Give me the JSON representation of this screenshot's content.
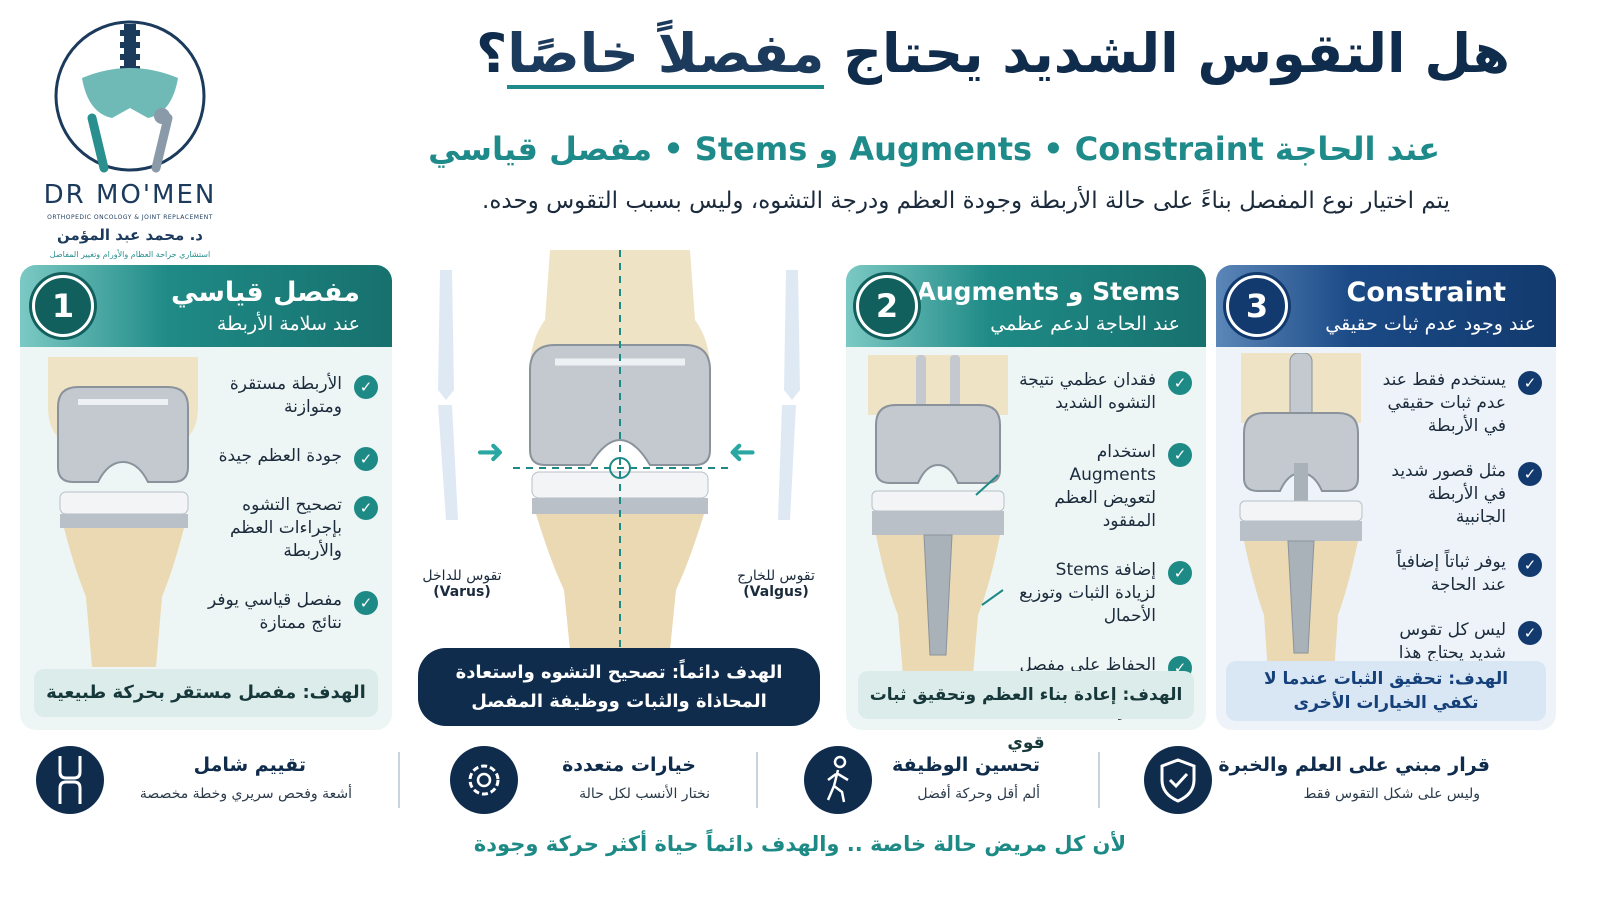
{
  "logo": {
    "brand": "DR MO'MEN",
    "tagline": "ORTHOPEDIC ONCOLOGY & JOINT REPLACEMENT",
    "name": "د. محمد عبد المؤمن",
    "title": "استشاري جراحة العظام والأورام وتغيير المفاصل"
  },
  "header": {
    "title_a": "هل التقوس الشديد يحتاج ",
    "title_b": "مفصلاً خاصًا",
    "title_c": "؟",
    "subtitle": "مفصل قياسي • Stems و Augments • Constraint عند الحاجة",
    "description": "يتم اختيار نوع المفصل بناءً على حالة الأربطة وجودة العظم ودرجة التشوه، وليس بسبب التقوس وحده."
  },
  "cards": [
    {
      "number": "1",
      "title": "مفصل قياسي",
      "subtitle": "عند سلامة الأربطة",
      "points": [
        "الأربطة مستقرة ومتوازنة",
        "جودة العظم جيدة",
        "تصحيح التشوه بإجراءات العظم والأربطة",
        "مفصل قياسي يوفر نتائج ممتازة"
      ],
      "goal": "الهدف: مفصل مستقر بحركة طبيعية"
    },
    {
      "number": "2",
      "title": "Stems و Augments",
      "subtitle": "عند الحاجة لدعم عظمي",
      "points": [
        "فقدان عظمي نتيجة التشوه الشديد",
        "استخدام Augments لتعويض العظم المفقود",
        "إضافة Stems لزيادة الثبات وتوزيع الأحمال",
        "الحفاظ على مفصل مستقر وطويل العمر"
      ],
      "goal": "الهدف: إعادة بناء العظم وتحقيق ثبات قوي"
    },
    {
      "number": "3",
      "title": "Constraint",
      "subtitle": "عند وجود عدم ثبات حقيقي",
      "points": [
        "يستخدم فقط عند عدم ثبات حقيقي في الأربطة",
        "مثل قصور شديد في الأربطة الجانبية",
        "يوفر ثباتاً إضافياً عند الحاجة",
        "ليس كل تقوس شديد يحتاج هذا النوع"
      ],
      "goal": "الهدف: تحقيق الثبات عندما لا تكفي الخيارات الأخرى"
    }
  ],
  "center": {
    "varus": "تقوس للداخل",
    "varus_en": "(Varus)",
    "valgus": "تقوس للخارج",
    "valgus_en": "(Valgus)",
    "goal": "الهدف دائماً: تصحيح التشوه واستعادة المحاذاة والثبات ووظيفة المفصل"
  },
  "features": [
    {
      "icon": "shield-check-icon",
      "title": "قرار مبني على العلم والخبرة",
      "sub": "وليس على شكل التقوس فقط"
    },
    {
      "icon": "walking-person-icon",
      "title": "تحسين الوظيفة",
      "sub": "ألم أقل وحركة أفضل"
    },
    {
      "icon": "gear-icon",
      "title": "خيارات متعددة",
      "sub": "نختار الأنسب لكل حالة"
    },
    {
      "icon": "knee-joint-icon",
      "title": "تقييم شامل",
      "sub": "أشعة وفحص سريري وخطة مخصصة"
    }
  ],
  "footer": "لأن كل مريض حالة خاصة .. والهدف دائماً حياة أكثر حركة وجودة",
  "colors": {
    "teal": "#1e8a86",
    "navy": "#0f2c4c",
    "blue": "#123a6e"
  }
}
